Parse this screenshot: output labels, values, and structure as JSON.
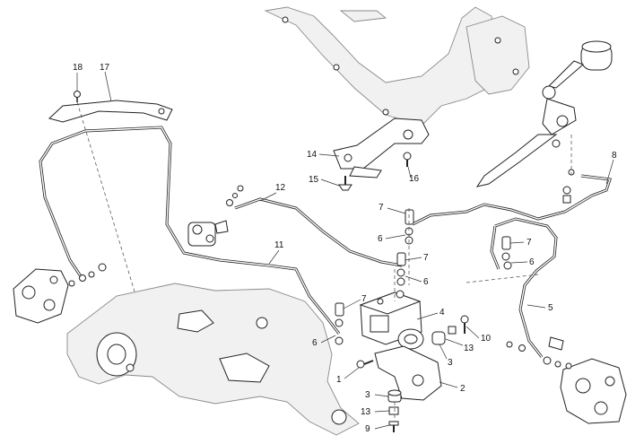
{
  "diagram": {
    "callouts": [
      {
        "id": "c18",
        "text": "18"
      },
      {
        "id": "c17",
        "text": "17"
      },
      {
        "id": "c14",
        "text": "14"
      },
      {
        "id": "c15",
        "text": "15"
      },
      {
        "id": "c16",
        "text": "16"
      },
      {
        "id": "c12",
        "text": "12"
      },
      {
        "id": "c11",
        "text": "11"
      },
      {
        "id": "c8",
        "text": "8"
      },
      {
        "id": "c7a",
        "text": "7"
      },
      {
        "id": "c6a",
        "text": "6"
      },
      {
        "id": "c7b",
        "text": "7"
      },
      {
        "id": "c6b",
        "text": "6"
      },
      {
        "id": "c7c",
        "text": "7"
      },
      {
        "id": "c6c",
        "text": "6"
      },
      {
        "id": "c7d",
        "text": "7"
      },
      {
        "id": "c6d",
        "text": "6"
      },
      {
        "id": "c5",
        "text": "5"
      },
      {
        "id": "c4",
        "text": "4"
      },
      {
        "id": "c13a",
        "text": "13"
      },
      {
        "id": "c10",
        "text": "10"
      },
      {
        "id": "c3a",
        "text": "3"
      },
      {
        "id": "c1",
        "text": "1"
      },
      {
        "id": "c2",
        "text": "2"
      },
      {
        "id": "c3b",
        "text": "3"
      },
      {
        "id": "c13b",
        "text": "13"
      },
      {
        "id": "c9",
        "text": "9"
      }
    ]
  }
}
